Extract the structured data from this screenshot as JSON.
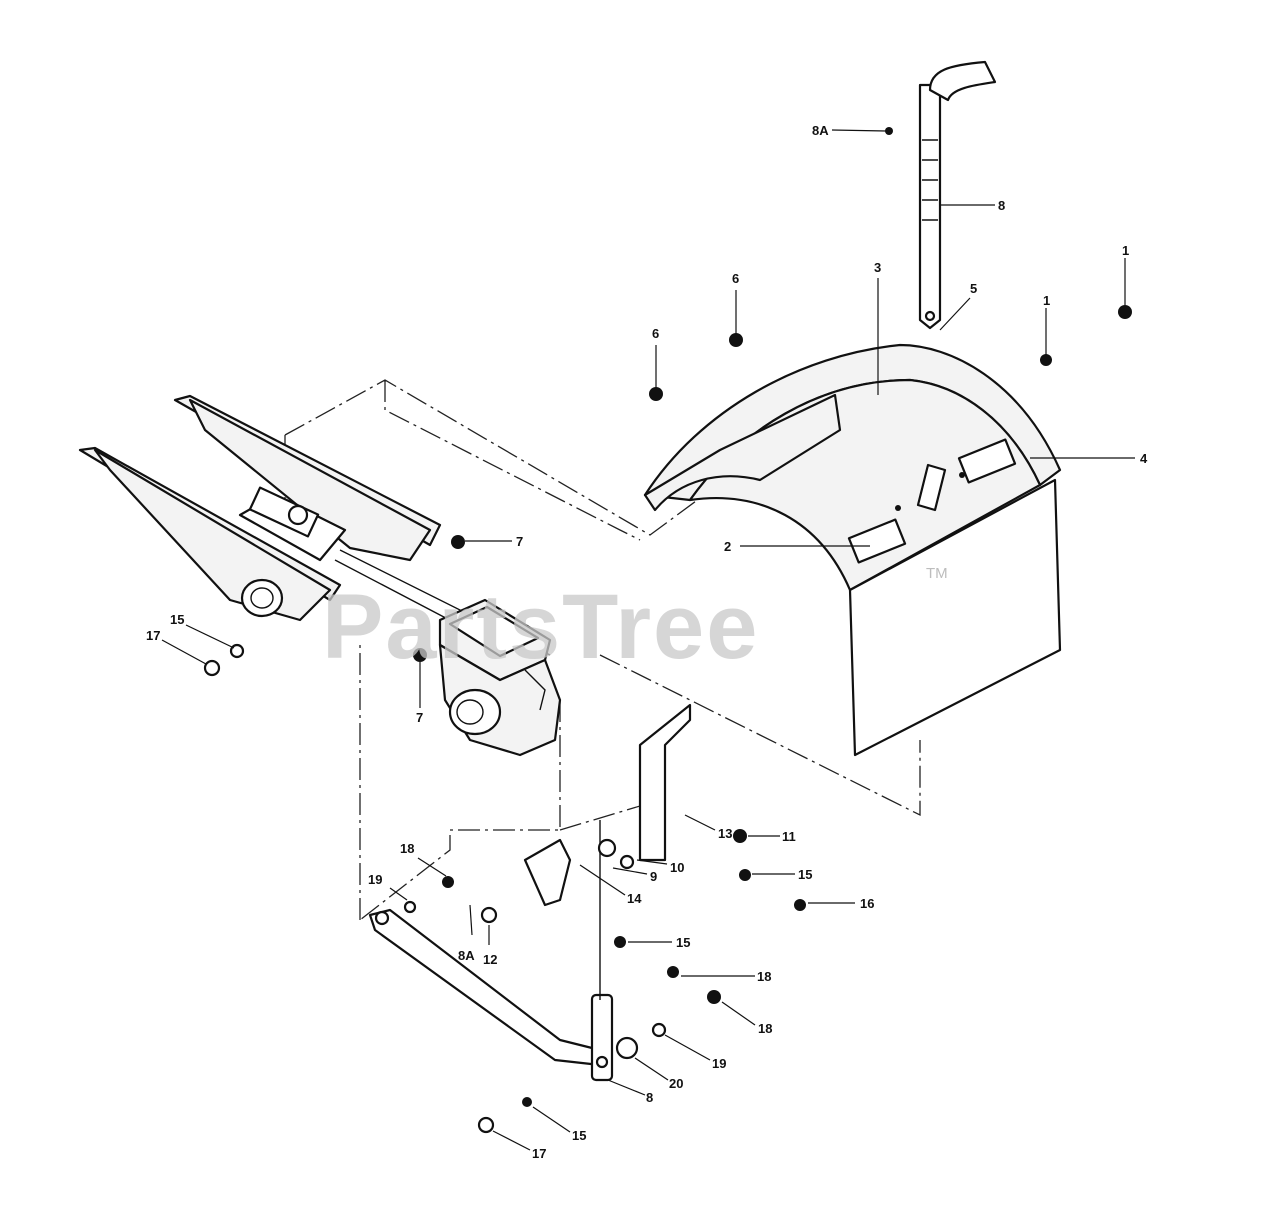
{
  "watermark": {
    "text": "PartsTree",
    "trademark": "TM"
  },
  "callouts": [
    {
      "id": "c8a-top",
      "text": "8A"
    },
    {
      "id": "c8-top",
      "text": "8"
    },
    {
      "id": "c6-a",
      "text": "6"
    },
    {
      "id": "c6-b",
      "text": "6"
    },
    {
      "id": "c3",
      "text": "3"
    },
    {
      "id": "c5",
      "text": "5"
    },
    {
      "id": "c1-a",
      "text": "1"
    },
    {
      "id": "c1-b",
      "text": "1"
    },
    {
      "id": "c4",
      "text": "4"
    },
    {
      "id": "c2",
      "text": "2"
    },
    {
      "id": "c7-a",
      "text": "7"
    },
    {
      "id": "c7-b",
      "text": "7"
    },
    {
      "id": "c15-a",
      "text": "15"
    },
    {
      "id": "c17-a",
      "text": "17"
    },
    {
      "id": "c11",
      "text": "11"
    },
    {
      "id": "c13",
      "text": "13"
    },
    {
      "id": "c10",
      "text": "10"
    },
    {
      "id": "c9",
      "text": "9"
    },
    {
      "id": "c14",
      "text": "14"
    },
    {
      "id": "c15-b",
      "text": "15"
    },
    {
      "id": "c16",
      "text": "16"
    },
    {
      "id": "c18-a",
      "text": "18"
    },
    {
      "id": "c19-a",
      "text": "19"
    },
    {
      "id": "c8a-b",
      "text": "8A"
    },
    {
      "id": "c12",
      "text": "12"
    },
    {
      "id": "c15-c",
      "text": "15"
    },
    {
      "id": "c18-b",
      "text": "18"
    },
    {
      "id": "c18-c",
      "text": "18"
    },
    {
      "id": "c19-b",
      "text": "19"
    },
    {
      "id": "c20",
      "text": "20"
    },
    {
      "id": "c8-b",
      "text": "8"
    },
    {
      "id": "c15-d",
      "text": "15"
    },
    {
      "id": "c17-b",
      "text": "17"
    }
  ]
}
